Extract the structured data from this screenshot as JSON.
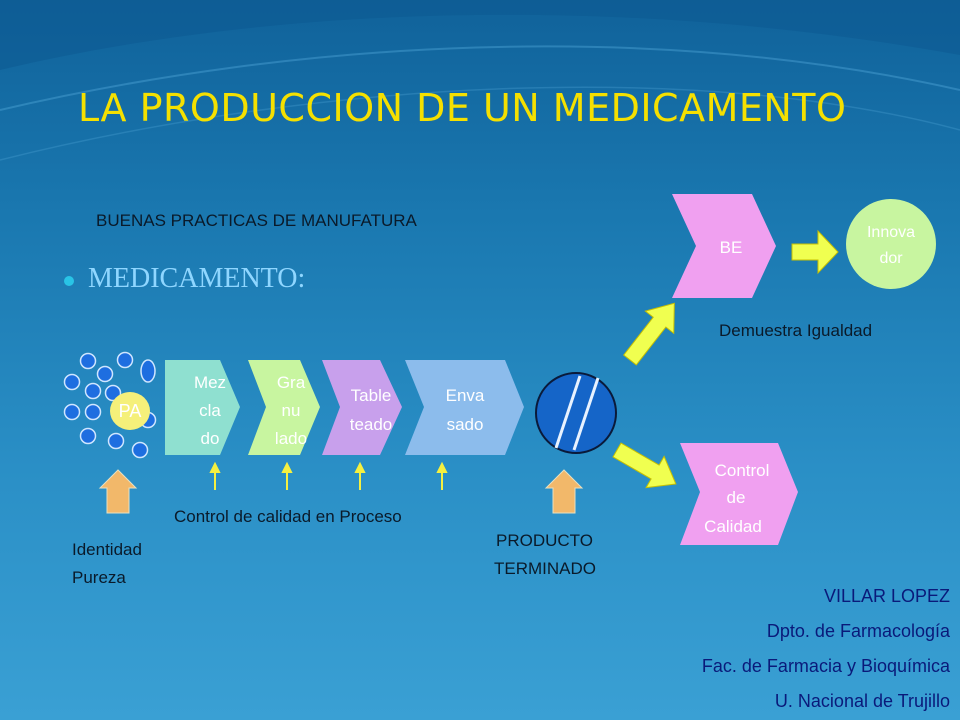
{
  "slide": {
    "title": "LA PRODUCCION  DE UN MEDICAMENTO",
    "subtitle": "BUENAS PRACTICAS DE MANUFATURA",
    "bullet": "MEDICAMENTO:"
  },
  "process": {
    "pa": "PA",
    "steps": [
      {
        "lines": [
          "Mez",
          "cla",
          "do"
        ],
        "color": "#8fe0d0"
      },
      {
        "lines": [
          "Gra",
          "nu",
          "lado"
        ],
        "color": "#c8f5a0"
      },
      {
        "lines": [
          "Table",
          "teado"
        ],
        "color": "#c8a0ec"
      },
      {
        "lines": [
          "Enva",
          "sado"
        ],
        "color": "#8cbcec"
      }
    ],
    "qc_label": "Control de calidad en Proceso",
    "identity_label": "Identidad",
    "purity_label": "Pureza",
    "product_label_1": "PRODUCTO",
    "product_label_2": "TERMINADO"
  },
  "outputs": {
    "be": "BE",
    "innovator": [
      "Innova",
      "dor"
    ],
    "equality": "Demuestra Igualdad",
    "quality_control": [
      "Control",
      "de",
      "Calidad"
    ]
  },
  "credits": [
    "VILLAR LOPEZ",
    "Dpto. de Farmacología",
    "Fac. de Farmacia y Bioquímica",
    "U. Nacional de Trujillo"
  ],
  "colors": {
    "title": "#f5e000",
    "pink": "#f0a0f0",
    "yellow_arrow": "#f0ff50",
    "orange_arrow": "#f2b86a",
    "lime": "#c8f5a0"
  }
}
